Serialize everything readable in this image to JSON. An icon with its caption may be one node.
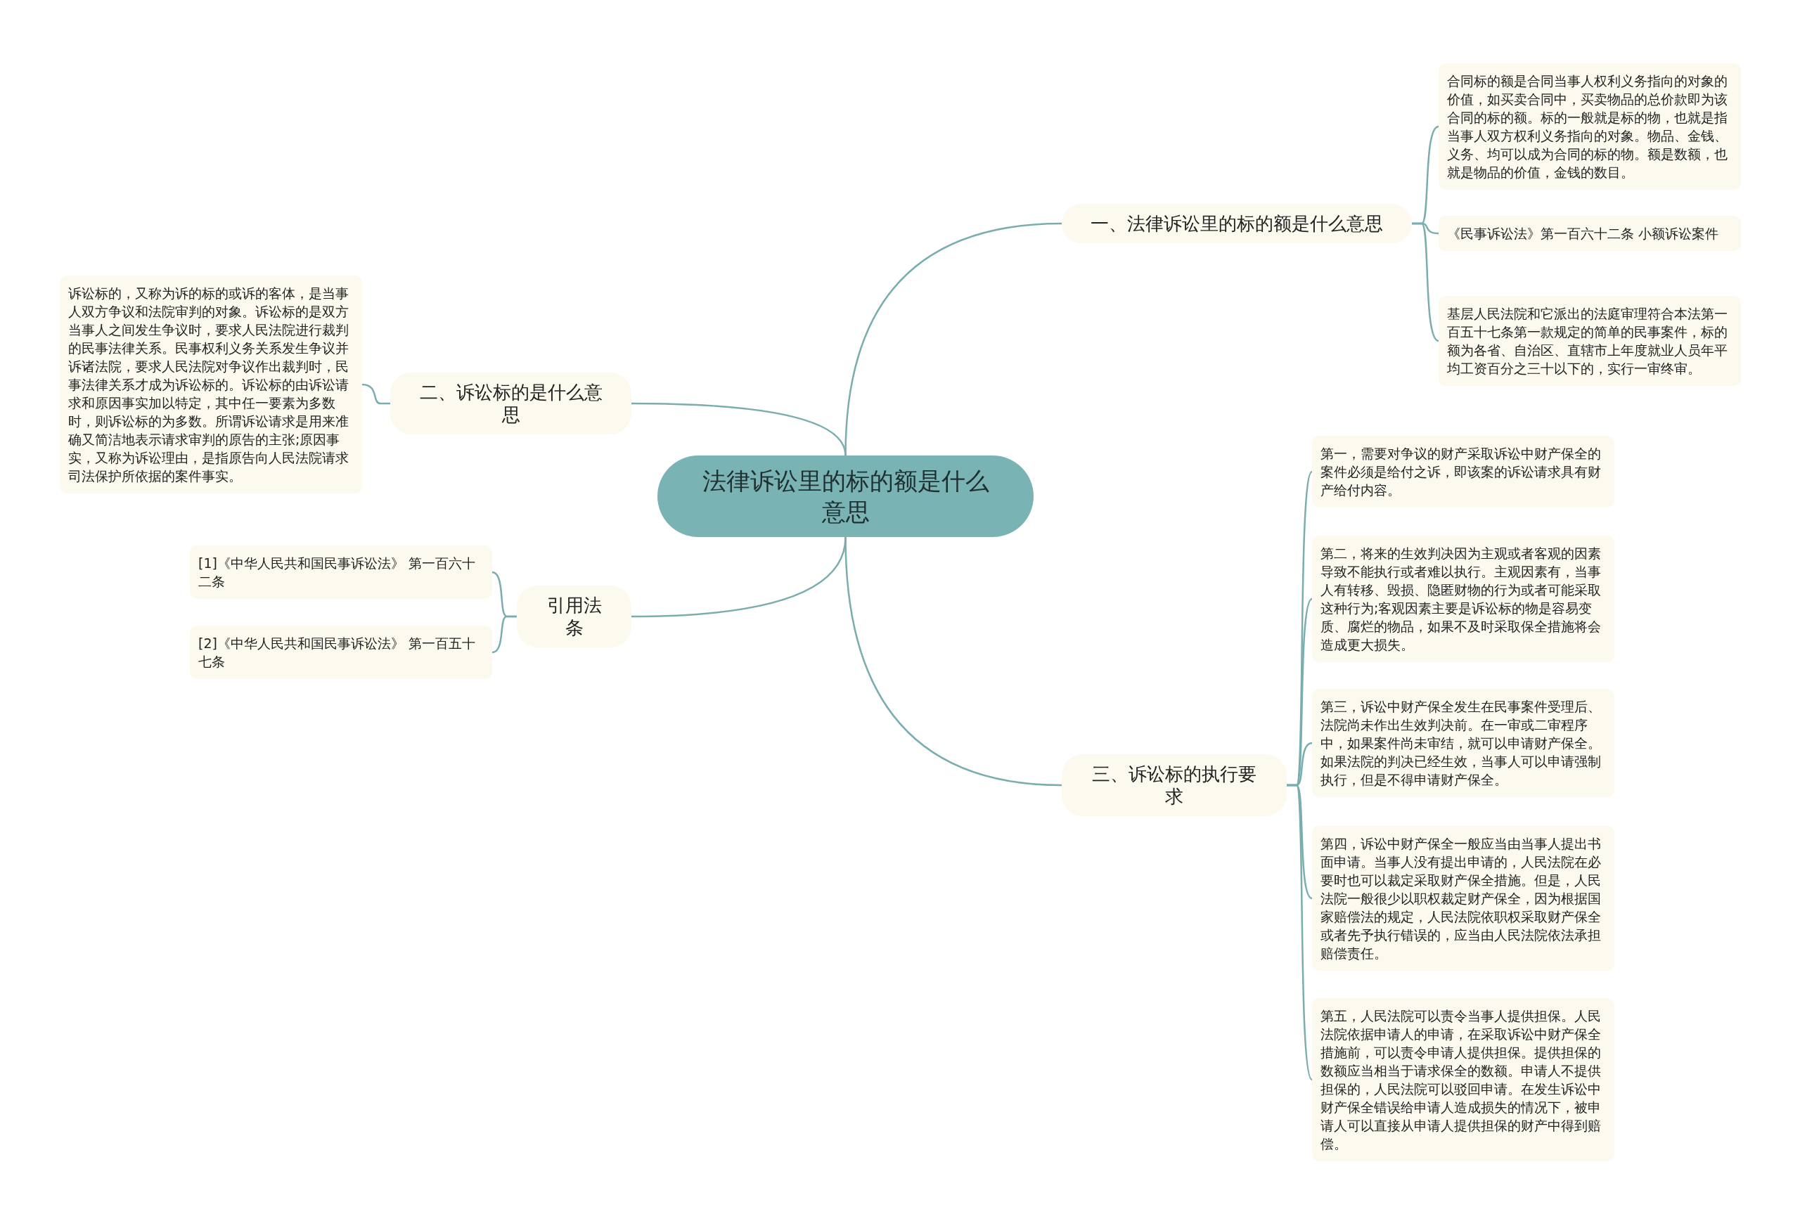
{
  "diagram": {
    "nodes": [
      {
        "text": [
          "法律诉讼里的标的额是什么意思"
        ]
      },
      {
        "text": [
          "一、法律诉讼里的标的额是什么意思"
        ]
      },
      {
        "text": [
          "合同标的额是合同当事人权利义务指向的对象的价值，如买卖合同中，买卖物品的总价款即为该合同的标的额。标的一般就是标的物，也就是指当事人双方权利义务指向的对象。物品、金钱、义务、均可以成为合同的标的物。额是数额，也就是物品的价值，金钱的数目。"
        ]
      },
      {
        "text": [
          "《民事诉讼法》第一百六十二条 小额诉讼案件"
        ]
      },
      {
        "text": [
          "基层人民法院和它派出的法庭审理符合本法第一百五十七条第一款规定的简单的民事案件，标的额为各省、自治区、直辖市上年度就业人员年平均工资百分之三十以下的，实行一审终审。"
        ]
      },
      {
        "text": [
          "二、诉讼标的是什么意思"
        ]
      },
      {
        "text": [
          "诉讼标的，又称为诉的标的或诉的客体，是当事人双方争议和法院审判的对象。诉讼标的是双方当事人之间发生争议时，要求人民法院进行裁判的民事法律关系。民事权利义务关系发生争议并诉诸法院，要求人民法院对争议作出裁判时，民事法律关系才成为诉讼标的。诉讼标的由诉讼请求和原因事实加以特定，其中任一要素为多数时，则诉讼标的为多数。所谓诉讼请求是用来准确又简洁地表示请求审判的原告的主张;原因事实，又称为诉讼理由，是指原告向人民法院请求司法保护所依据的案件事实。"
        ]
      },
      {
        "text": [
          "引用法条"
        ]
      },
      {
        "text": [
          "[1]《中华人民共和国民事诉讼法》 第一百六十二条"
        ]
      },
      {
        "text": [
          "[2]《中华人民共和国民事诉讼法》 第一百五十七条"
        ]
      },
      {
        "text": [
          "三、诉讼标的执行要求"
        ]
      },
      {
        "text": [
          "第一，需要对争议的财产采取诉讼中财产保全的案件必须是给付之诉，即该案的诉讼请求具有财产给付内容。"
        ]
      },
      {
        "text": [
          "第二，将来的生效判决因为主观或者客观的因素导致不能执行或者难以执行。主观因素有，当事人有转移、毁损、隐匿财物的行为或者可能采取这种行为;客观因素主要是诉讼标的物是容易变质、腐烂的物品，如果不及时采取保全措施将会造成更大损失。"
        ]
      },
      {
        "text": [
          "第三，诉讼中财产保全发生在民事案件受理后、法院尚未作出生效判决前。在一审或二审程序中，如果案件尚未审结，就可以申请财产保全。如果法院的判决已经生效，当事人可以申请强制执行，但是不得申请财产保全。"
        ]
      },
      {
        "text": [
          "第四，诉讼中财产保全一般应当由当事人提出书面申请。当事人没有提出申请的，人民法院在必要时也可以裁定采取财产保全措施。但是，人民法院一般很少以职权裁定财产保全，因为根据国家赔偿法的规定，人民法院依职权采取财产保全或者先予执行错误的，应当由人民法院依法承担赔偿责任。"
        ]
      },
      {
        "text": [
          "第五，人民法院可以责令当事人提供担保。人民法院依据申请人的申请，在采取诉讼中财产保全措施前，可以责令申请人提供担保。提供担保的数额应当相当于请求保全的数额。申请人不提供担保的，人民法院可以驳回申请。在发生诉讼中财产保全错误给申请人造成损失的情况下，被申请人可以直接从申请人提供担保的财产中得到赔偿。"
        ]
      }
    ],
    "edges": [
      {
        "from": 0,
        "to": 1,
        "arrow": "none"
      },
      {
        "from": 1,
        "to": 2,
        "arrow": "none"
      },
      {
        "from": 1,
        "to": 3,
        "arrow": "none"
      },
      {
        "from": 1,
        "to": 4,
        "arrow": "none"
      },
      {
        "from": 0,
        "to": 5,
        "arrow": "none"
      },
      {
        "from": 5,
        "to": 6,
        "arrow": "none"
      },
      {
        "from": 0,
        "to": 7,
        "arrow": "none"
      },
      {
        "from": 7,
        "to": 8,
        "arrow": "none"
      },
      {
        "from": 7,
        "to": 9,
        "arrow": "none"
      },
      {
        "from": 0,
        "to": 10,
        "arrow": "none"
      },
      {
        "from": 10,
        "to": 11,
        "arrow": "none"
      },
      {
        "from": 10,
        "to": 12,
        "arrow": "none"
      },
      {
        "from": 10,
        "to": 13,
        "arrow": "none"
      },
      {
        "from": 10,
        "to": 14,
        "arrow": "none"
      },
      {
        "from": 10,
        "to": 15,
        "arrow": "none"
      }
    ]
  }
}
